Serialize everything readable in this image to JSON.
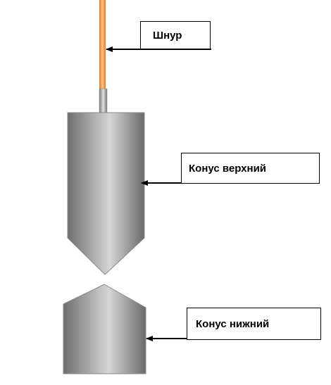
{
  "labels": {
    "cord": "Шнур",
    "upper_cone": "Конус верхний",
    "lower_cone": "Конус нижний"
  },
  "colors": {
    "cord": "#f4a460",
    "cord_edge": "#e07828",
    "cone_dark": "#6e6e6e",
    "cone_light": "#d8d8d8",
    "arrow": "#000000"
  }
}
